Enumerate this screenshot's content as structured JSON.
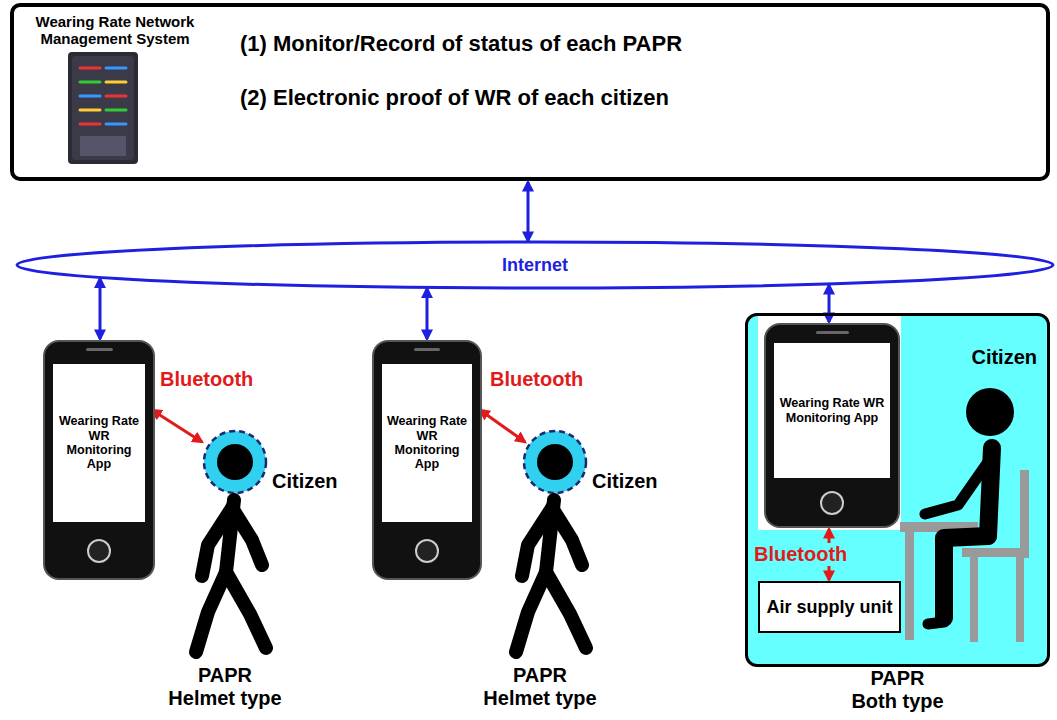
{
  "diagram": {
    "nodes": [
      {
        "text": [
          "Wearing Rate Network Management System",
          "(1) Monitor/Record of status of each PAPR",
          "(2) Electronic proof of WR of each citizen"
        ]
      },
      {
        "text": [
          "Internet"
        ]
      },
      {
        "text": [
          "Wearing Rate WR Monitoring App"
        ]
      },
      {
        "text": [
          "Wearing Rate WR Monitoring App"
        ]
      },
      {
        "text": [
          "Citizen",
          "PAPR Both type"
        ]
      },
      {
        "text": [
          "Wearing Rate WR Monitoring App"
        ],
        "in": 4
      },
      {
        "text": [
          "Air supply unit"
        ],
        "in": 4
      }
    ],
    "edges": [
      {
        "from": 0,
        "to": 1,
        "arrow": "both"
      },
      {
        "from": 1,
        "to": 2,
        "arrow": "both"
      },
      {
        "from": 1,
        "to": 3,
        "arrow": "both"
      },
      {
        "from": 1,
        "to": 5,
        "arrow": "both"
      },
      {
        "from": 5,
        "to": 6,
        "arrow": "both",
        "label": "Bluetooth"
      }
    ],
    "labels": [
      "Bluetooth",
      "Bluetooth",
      "Citizen",
      "Citizen",
      "PAPR Helmet type",
      "PAPR Helmet type"
    ]
  }
}
